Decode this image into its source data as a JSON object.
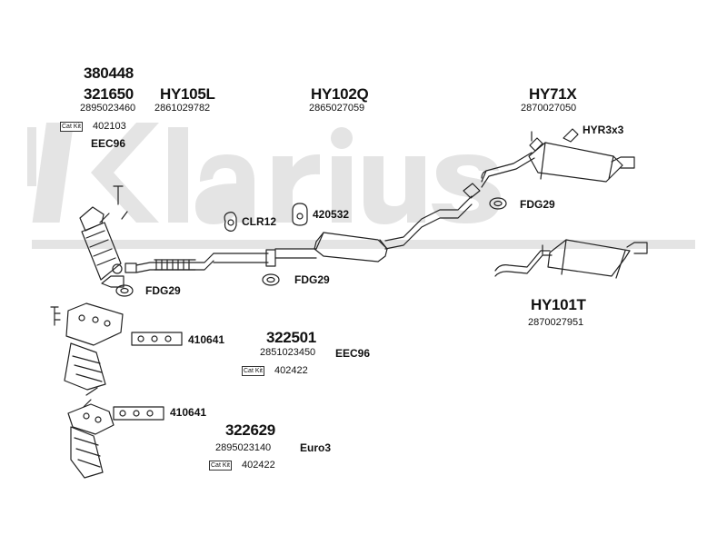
{
  "watermark": "Klarius",
  "parts": {
    "p380448": "380448",
    "p321650": "321650",
    "p321650_oe": "2895023460",
    "catkit_label": "Cat Kit",
    "ck1": "402103",
    "eec96_a": "EEC96",
    "hy105l": "HY105L",
    "hy105l_oe": "2861029782",
    "hy102q": "HY102Q",
    "hy102q_oe": "2865027059",
    "hy71x": "HY71X",
    "hy71x_oe": "2870027050",
    "hyr3x3": "HYR3x3",
    "fdg29_a": "FDG29",
    "clr12": "CLR12",
    "p420532": "420532",
    "fdg29_b": "FDG29",
    "fdg29_c": "FDG29",
    "hy101t": "HY101T",
    "hy101t_oe": "2870027951",
    "p410641_a": "410641",
    "p322501": "322501",
    "p322501_oe": "2851023450",
    "eec96_b": "EEC96",
    "ck2": "402422",
    "p410641_b": "410641",
    "p322629": "322629",
    "p322629_oe": "2895023140",
    "euro3": "Euro3",
    "ck3": "402422"
  }
}
